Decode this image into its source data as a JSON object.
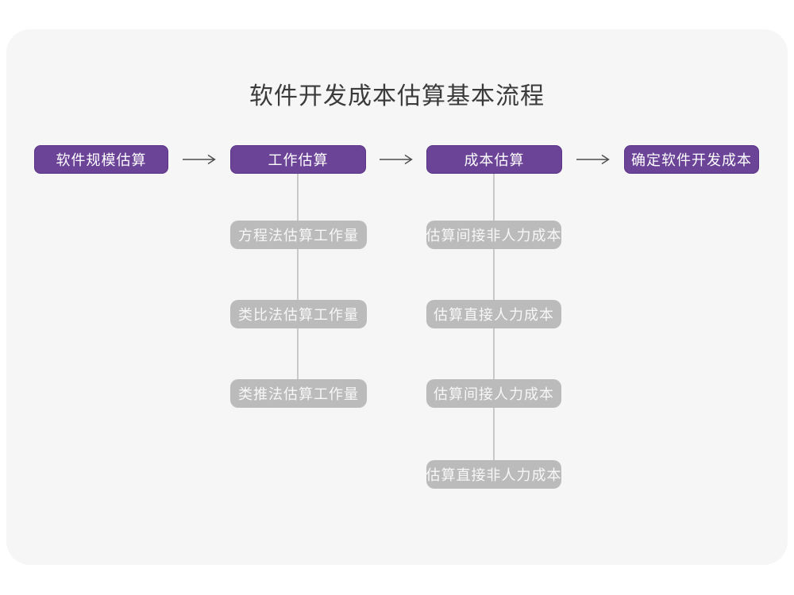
{
  "diagram": {
    "title": "软件开发成本估算基本流程",
    "main_flow": [
      {
        "label": "软件规模估算"
      },
      {
        "label": "工作估算"
      },
      {
        "label": "成本估算"
      },
      {
        "label": "确定软件开发成本"
      }
    ],
    "work_estimation_methods": [
      {
        "label": "方程法估算工作量"
      },
      {
        "label": "类比法估算工作量"
      },
      {
        "label": "类推法估算工作量"
      }
    ],
    "cost_estimation_steps": [
      {
        "label": "估算间接非人力成本"
      },
      {
        "label": "估算直接人力成本"
      },
      {
        "label": "估算间接人力成本"
      },
      {
        "label": "估算直接非人力成本"
      }
    ],
    "colors": {
      "primary_node": "#6B4397",
      "primary_node_border": "#5B3487",
      "secondary_node": "#BBBBBB",
      "node_text": "#FFFFFF",
      "card_background": "#F6F6F7",
      "title_text": "#3B3B3B",
      "arrow": "#4D4D4D",
      "connector_line": "#C9C9C9"
    }
  }
}
